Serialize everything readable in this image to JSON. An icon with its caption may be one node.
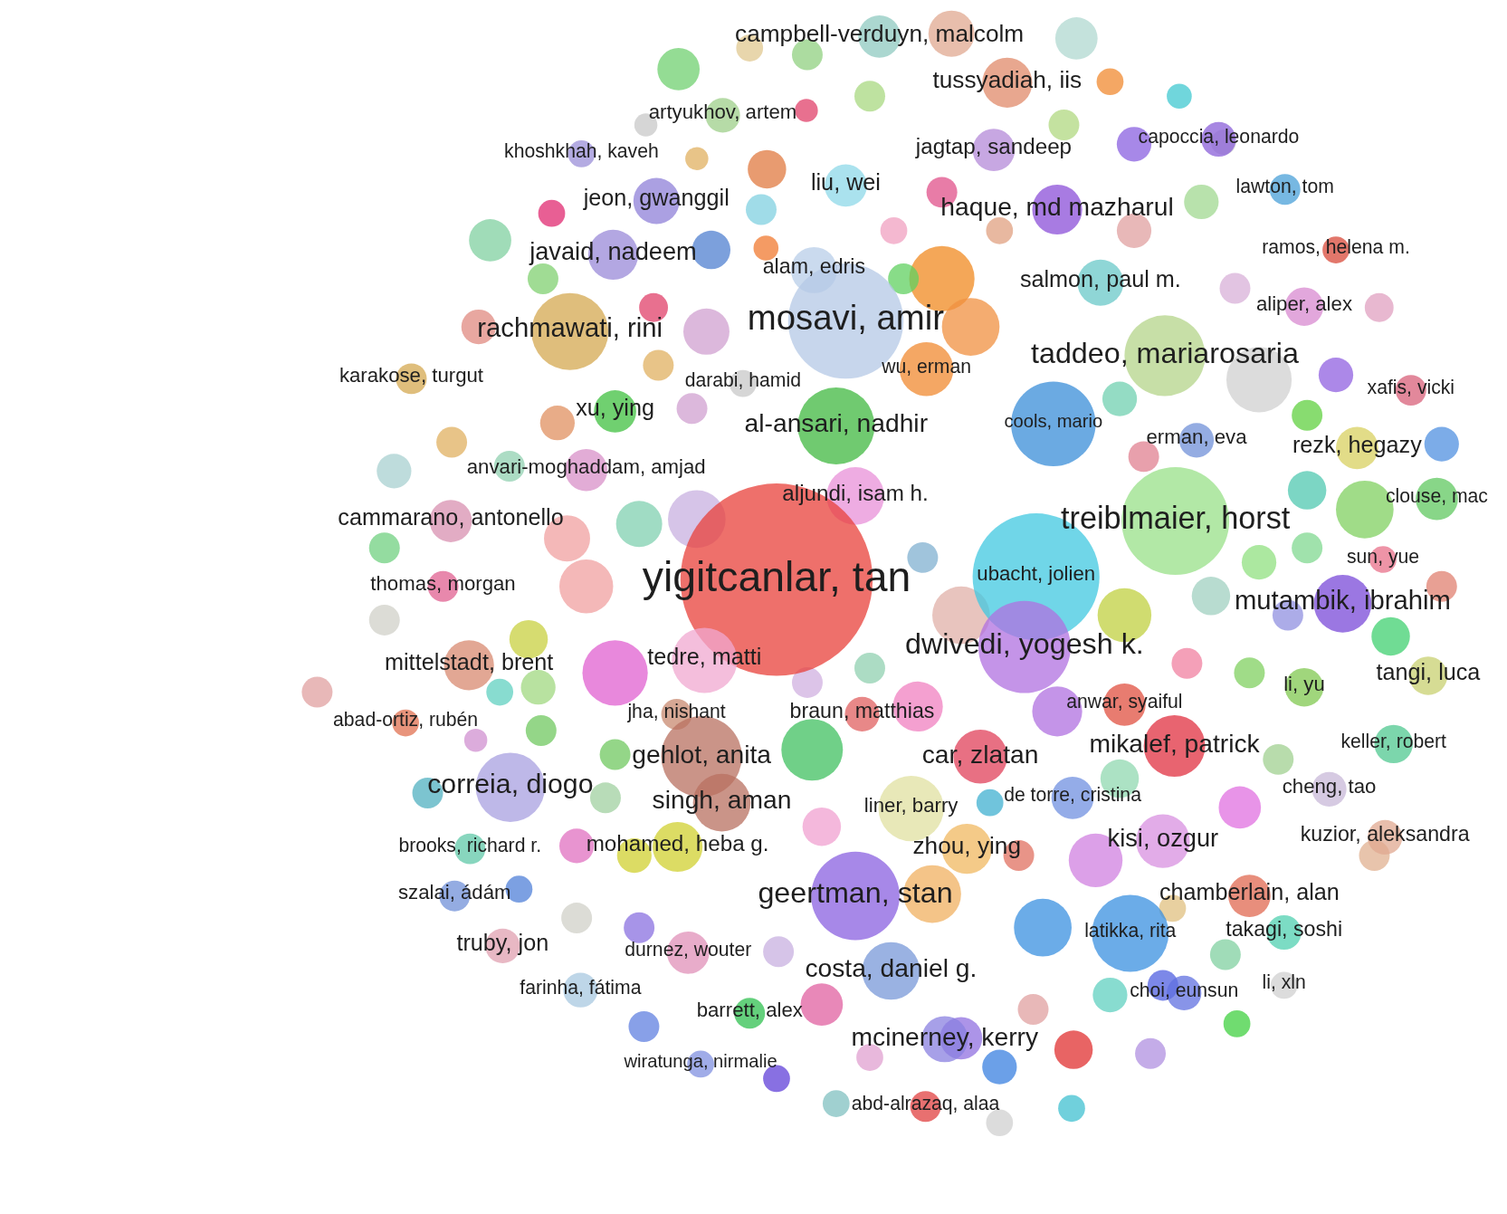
{
  "diagram": {
    "labels": [
      "campbell-verduyn, malcolm",
      "tussyadiah, iis",
      "artyukhov, artem",
      "khoshkhah, kaveh",
      "jagtap, sandeep",
      "capoccia, leonardo",
      "jeon, gwanggil",
      "liu, wei",
      "haque, md mazharul",
      "lawton, tom",
      "javaid, nadeem",
      "alam, edris",
      "salmon, paul m.",
      "ramos, helena m.",
      "rachmawati, rini",
      "mosavi, amir",
      "aliper, alex",
      "karakose, turgut",
      "darabi, hamid",
      "wu, erman",
      "taddeo, mariarosaria",
      "xafis, vicki",
      "xu, ying",
      "al-ansari, nadhir",
      "cools, mario",
      "erman, eva",
      "rezk, hegazy",
      "anvari-moghaddam, amjad",
      "aljundi, isam h.",
      "clouse, mac",
      "cammarano, antonello",
      "treiblmaier, horst",
      "sun, yue",
      "thomas, morgan",
      "yigitcanlar, tan",
      "ubacht, jolien",
      "mutambik, ibrahim",
      "mittelstadt, brent",
      "tedre, matti",
      "dwivedi, yogesh k.",
      "li, yu",
      "tangi, luca",
      "abad-ortiz, rubén",
      "jha, nishant",
      "braun, matthias",
      "anwar, syaiful",
      "gehlot, anita",
      "car, zlatan",
      "mikalef, patrick",
      "keller, robert",
      "correia, diogo",
      "singh, aman",
      "liner, barry",
      "de torre, cristina",
      "cheng, tao",
      "brooks, richard r.",
      "mohamed, heba g.",
      "zhou, ying",
      "kisi, ozgur",
      "kuzior, aleksandra",
      "szalai, ádám",
      "geertman, stan",
      "chamberlain, alan",
      "truby, jon",
      "durnez, wouter",
      "latikka, rita",
      "takagi, soshi",
      "farinha, fátima",
      "costa, daniel g.",
      "choi, eunsun",
      "li, xln",
      "barrett, alex",
      "mcinerney, kerry",
      "wiratunga, nirmalie",
      "abd-alrazaq, alaa"
    ]
  }
}
